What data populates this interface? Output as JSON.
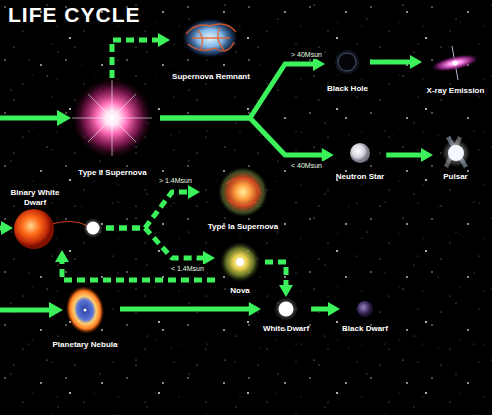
{
  "diagram": {
    "title": "LIFE CYCLE",
    "nodes": [
      {
        "text": [
          "Type II Supernova"
        ]
      },
      {
        "text": [
          "Supernova Remnant"
        ]
      },
      {
        "text": [
          "Black Hole"
        ]
      },
      {
        "text": [
          "X-ray Emission"
        ]
      },
      {
        "text": [
          "Neutron Star"
        ]
      },
      {
        "text": [
          "Pulsar"
        ]
      },
      {
        "text": [
          "Binary White Dwarf"
        ]
      },
      {
        "text": [
          "Type Ia Supernova"
        ]
      },
      {
        "text": [
          "Nova"
        ]
      },
      {
        "text": [
          "Planetary Nebula"
        ]
      },
      {
        "text": [
          "White Dwarf"
        ]
      },
      {
        "text": [
          "Black Dwarf"
        ]
      }
    ],
    "edges": [
      {
        "from": 0,
        "to": 1,
        "arrow": "to"
      },
      {
        "from": 0,
        "to": 2,
        "label": "> 40Msun",
        "arrow": "to"
      },
      {
        "from": 0,
        "to": 4,
        "label": "< 40Msun",
        "arrow": "to"
      },
      {
        "from": 2,
        "to": 3,
        "arrow": "to"
      },
      {
        "from": 4,
        "to": 5,
        "arrow": "to"
      },
      {
        "from": 6,
        "to": 7,
        "label": "> 1.4Msun",
        "arrow": "to"
      },
      {
        "from": 6,
        "to": 8,
        "label": "< 1.4Msun",
        "arrow": "to"
      },
      {
        "from": 8,
        "to": 6,
        "arrow": "to"
      },
      {
        "from": 8,
        "to": 10,
        "arrow": "to"
      },
      {
        "from": 9,
        "to": 10,
        "arrow": "to"
      },
      {
        "from": 10,
        "to": 11,
        "arrow": "to"
      }
    ]
  }
}
